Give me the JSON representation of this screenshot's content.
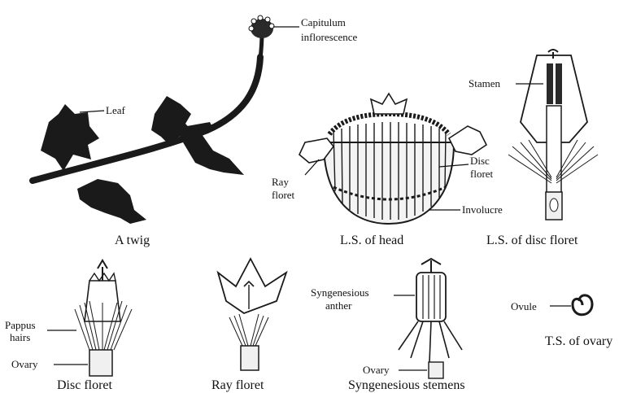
{
  "labels": {
    "twig": {
      "caption": "A twig",
      "capitulum_line1": "Capitulum",
      "capitulum_line2": "inflorescence",
      "leaf": "Leaf"
    },
    "head": {
      "caption": "L.S. of head",
      "ray_line1": "Ray",
      "ray_line2": "floret",
      "disc_line1": "Disc",
      "disc_line2": "floret",
      "involucre": "Involucre"
    },
    "disc_ls": {
      "caption": "L.S. of disc floret",
      "stamen": "Stamen"
    },
    "disc_floret": {
      "caption": "Disc floret",
      "pappus_line1": "Pappus",
      "pappus_line2": "hairs",
      "ovary": "Ovary"
    },
    "ray_floret": {
      "caption": "Ray floret"
    },
    "syngenesious": {
      "caption": "Syngenesious  stemens",
      "anther_line1": "Syngenesious",
      "anther_line2": "anther",
      "ovary": "Ovary"
    },
    "ovary_ts": {
      "caption": "T.S. of ovary",
      "ovule": "Ovule"
    }
  }
}
